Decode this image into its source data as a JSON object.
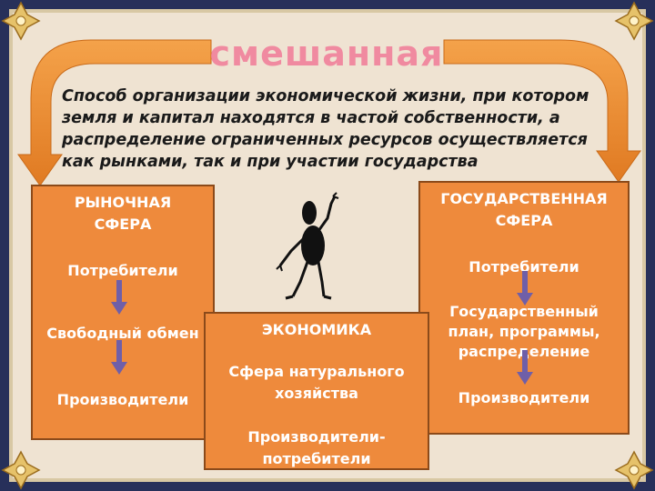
{
  "title": "смешанная",
  "definition": "Способ организации экономической жизни, при котором земля и капитал находятся в частой собственности, а распределение ограниченных ресурсов осуществляется как рынками, так и при участии государства",
  "market_sphere": {
    "heading_line1": "РЫНОЧНАЯ",
    "heading_line2": "СФЕРА",
    "item1": "Потребители",
    "item2": "Свободный обмен",
    "item3": "Производители"
  },
  "state_sphere": {
    "heading_line1": "ГОСУДАРСТВЕННАЯ",
    "heading_line2": "СФЕРА",
    "item1": "Потребители",
    "item2_line1": "Государственный",
    "item2_line2": "план, программы,",
    "item2_line3": "распределение",
    "item3": "Производители"
  },
  "economy": {
    "heading": "ЭКОНОМИКА",
    "line1": "Сфера натурального",
    "line2": "хозяйства",
    "line3": "Производители-",
    "line4": "потребители"
  },
  "colors": {
    "box_fill": "#ee8a3c",
    "title_color": "#f08aa0",
    "frame_navy": "#27305a",
    "background": "#efe3d2",
    "arrow_color": "#6f5fa8"
  }
}
